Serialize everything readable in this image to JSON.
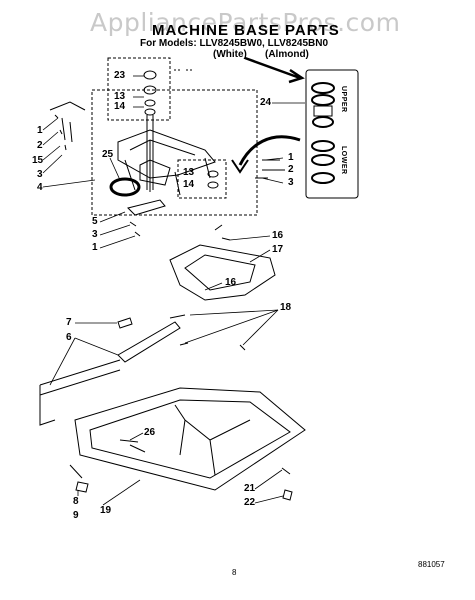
{
  "watermark": "AppliancePartsPros.com",
  "title": "MACHINE BASE PARTS",
  "models_line": "For Models: LLV8245BW0, LLV8245BN0",
  "color_white": "(White)",
  "color_almond": "(Almond)",
  "label_upper": "UPPER",
  "label_lower": "LOWER",
  "page_number": "8",
  "doc_code": "881057",
  "callouts": [
    "1",
    "2",
    "15",
    "3",
    "4",
    "23",
    "13",
    "14",
    "25",
    "24",
    "1",
    "2",
    "3",
    "13",
    "14",
    "5",
    "3",
    "1",
    "16",
    "17",
    "16",
    "7",
    "18",
    "6",
    "26",
    "8",
    "9",
    "19",
    "21",
    "22"
  ]
}
